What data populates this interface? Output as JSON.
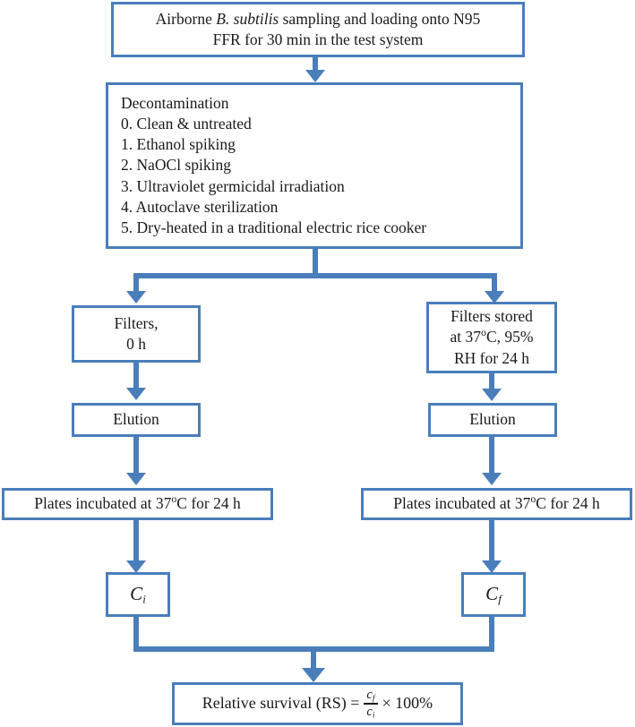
{
  "diagram": {
    "title": "Experimental workflow flowchart",
    "colors": {
      "border": "#4a7ebb",
      "arrow": "#4a7ebb",
      "text": "#1a1a1a",
      "background": "#ffffff"
    }
  },
  "nodes": {
    "sampling": {
      "line1_pre": "Airborne ",
      "line1_italic": "B. subtilis",
      "line1_post": " sampling and loading onto N95",
      "line2": "FFR for 30 min in the test system"
    },
    "decontamination": {
      "heading": "Decontamination",
      "options": [
        "0. Clean & untreated",
        "1. Ethanol spiking",
        "2. NaOCl  spiking",
        "3. Ultraviolet germicidal irradiation",
        "4. Autoclave sterilization",
        "5. Dry-heated in a traditional electric rice cooker"
      ]
    },
    "filters_0h": {
      "line1": "Filters,",
      "line2": "0 h"
    },
    "filters_stored": {
      "line1": "Filters stored",
      "line2_pre": "at 37",
      "line2_deg": "o",
      "line2_post": "C, 95%",
      "line3": "RH for 24 h"
    },
    "elution_left": {
      "label": "Elution"
    },
    "elution_right": {
      "label": "Elution"
    },
    "plates_left": {
      "pre": "Plates incubated at 37",
      "deg": "o",
      "post": "C for 24 h"
    },
    "plates_right": {
      "pre": "Plates incubated at 37",
      "deg": "o",
      "post": "C for 24 h"
    },
    "ci": {
      "symbol": "C",
      "subscript": "i"
    },
    "cf": {
      "symbol": "C",
      "subscript": "f"
    },
    "relative_survival": {
      "label": "Relative survival (RS) =",
      "numerator_symbol": "c",
      "numerator_sub": "f",
      "denominator_symbol": "c",
      "denominator_sub": "i",
      "multiplier": "× 100%"
    }
  }
}
